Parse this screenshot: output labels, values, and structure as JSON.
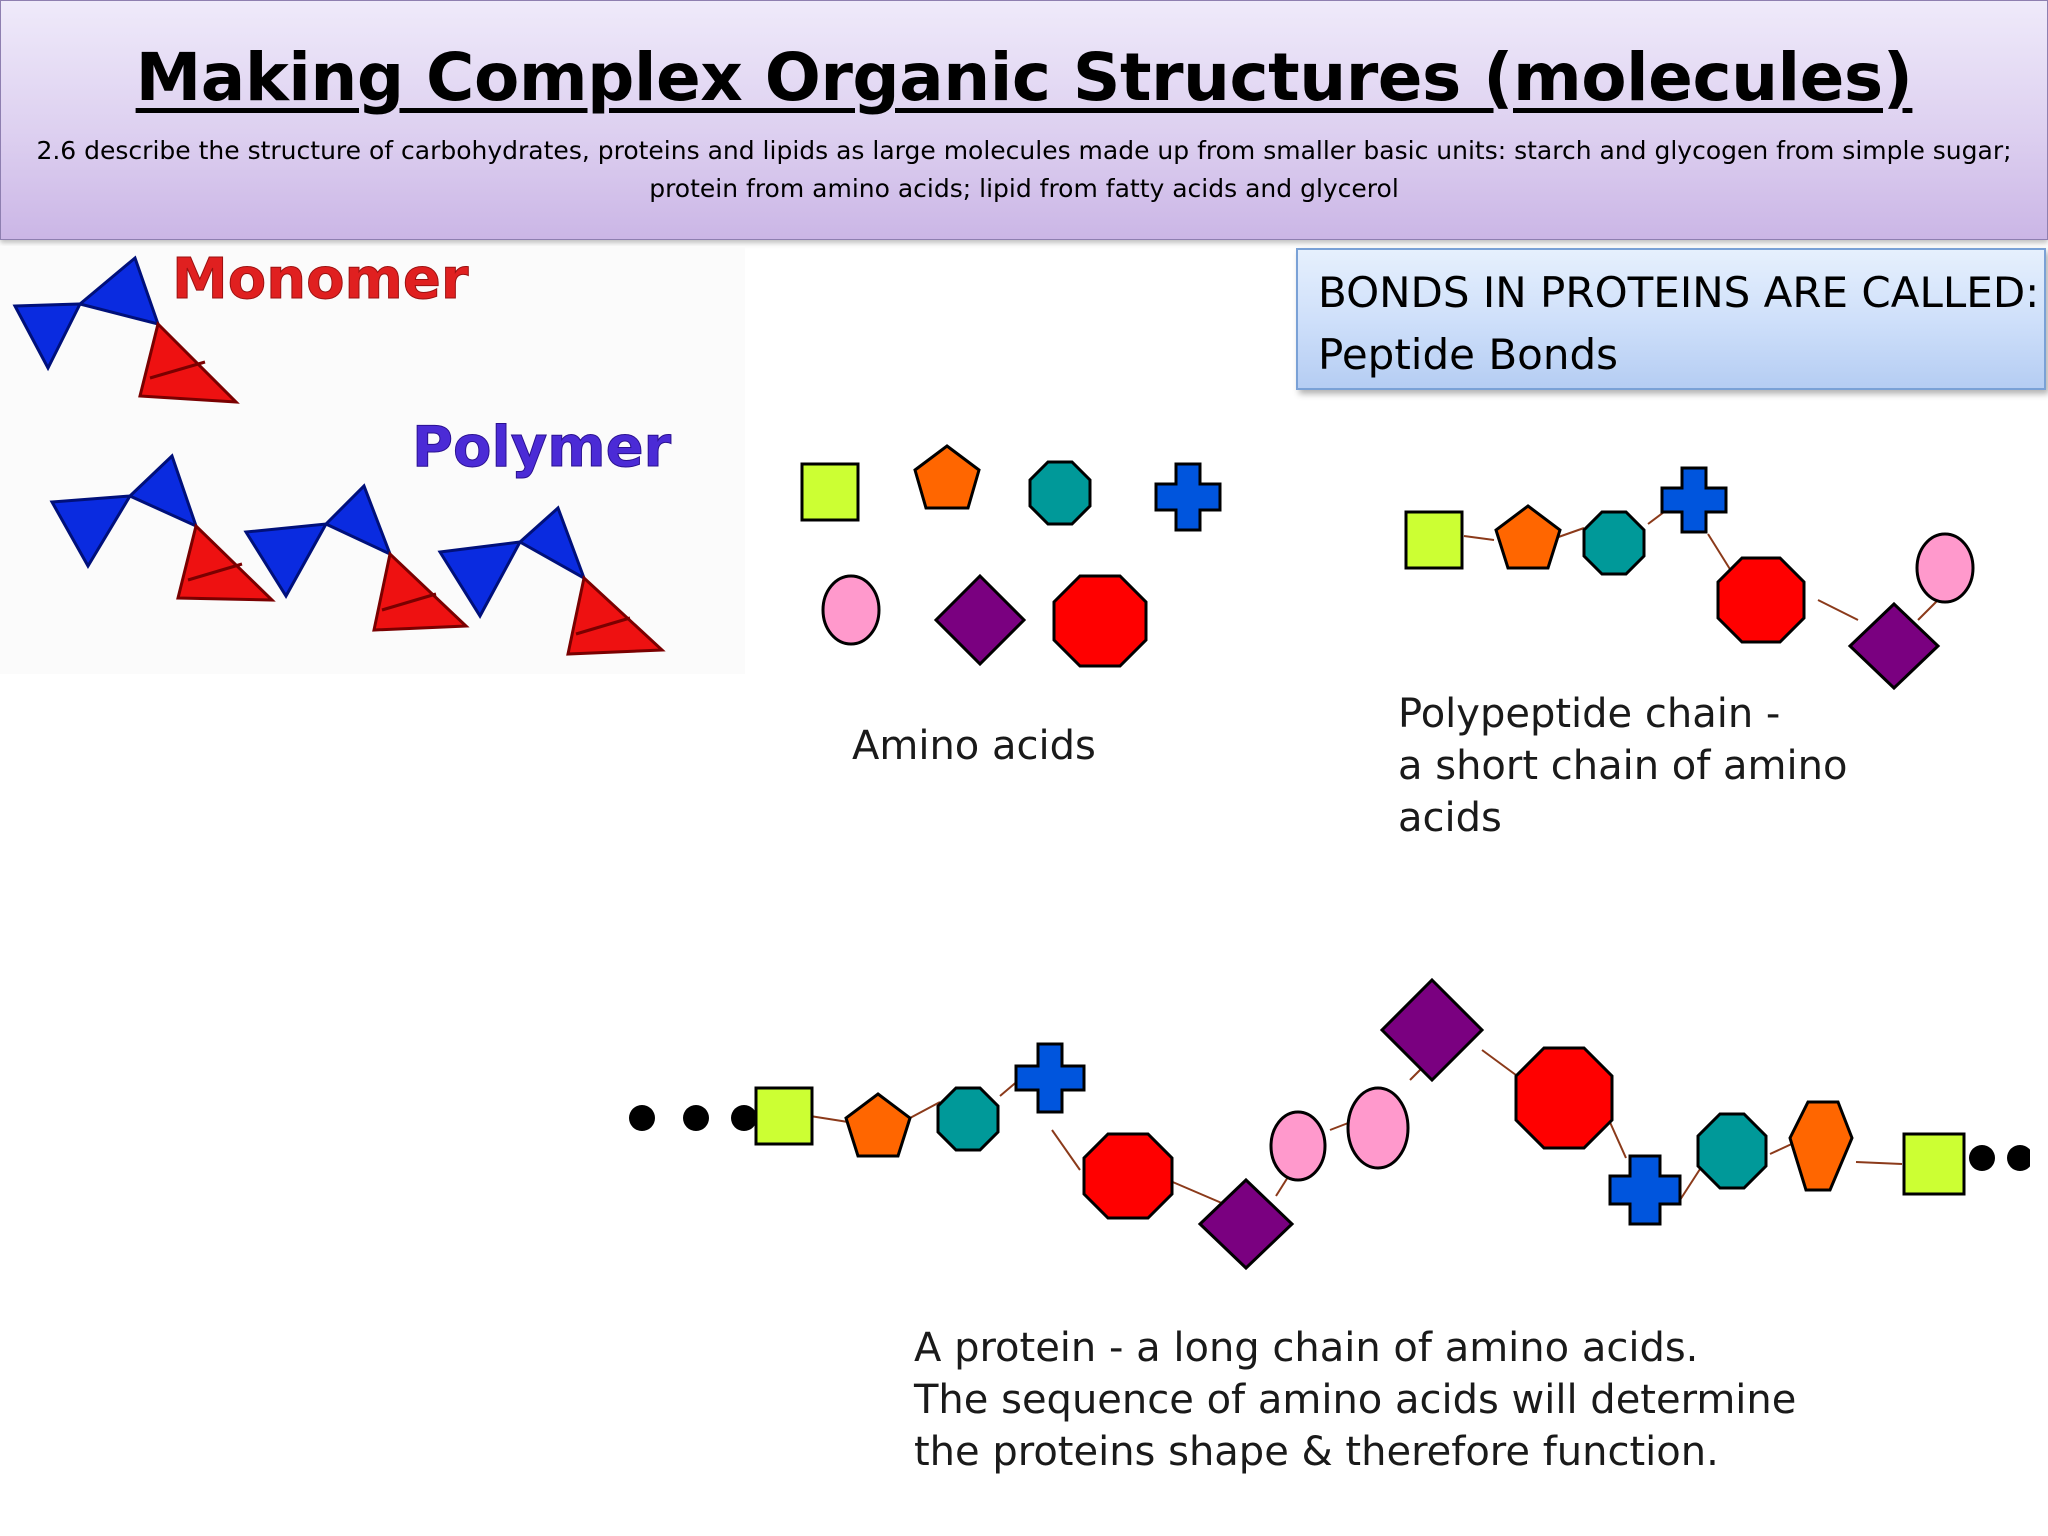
{
  "header": {
    "title": "Making Complex Organic Structures (molecules)",
    "spec_line1": "2.6 describe the structure of carbohydrates, proteins and lipids as large molecules made up from smaller basic units: starch and glycogen from simple sugar;",
    "spec_line2": "protein from amino acids; lipid from fatty acids and glycerol"
  },
  "bonds_box": {
    "line1": "BONDS IN PROTEINS ARE CALLED:",
    "line2": "Peptide Bonds"
  },
  "monomer_figure": {
    "monomer_label": "Monomer",
    "polymer_label": "Polymer"
  },
  "amino_acids": {
    "caption": "Amino acids"
  },
  "polypeptide": {
    "caption_line1": "Polypeptide chain -",
    "caption_line2": "a short chain of amino",
    "caption_line3": "acids"
  },
  "protein": {
    "caption_line1": "A protein - a long chain of amino acids.",
    "caption_line2": "The sequence of amino acids will determine",
    "caption_line3": "the proteins shape & therefore function."
  },
  "colors": {
    "square": "#ccff33",
    "pentagon": "#ff6600",
    "octagon": "#009999",
    "cross": "#0055dd",
    "circle": "#ff99cc",
    "diamond": "#7a0080",
    "red_octagon": "#ff0000",
    "bond": "#8b3a1a",
    "monomer_text": "#e02020",
    "polymer_text": "#4b2bd6"
  }
}
